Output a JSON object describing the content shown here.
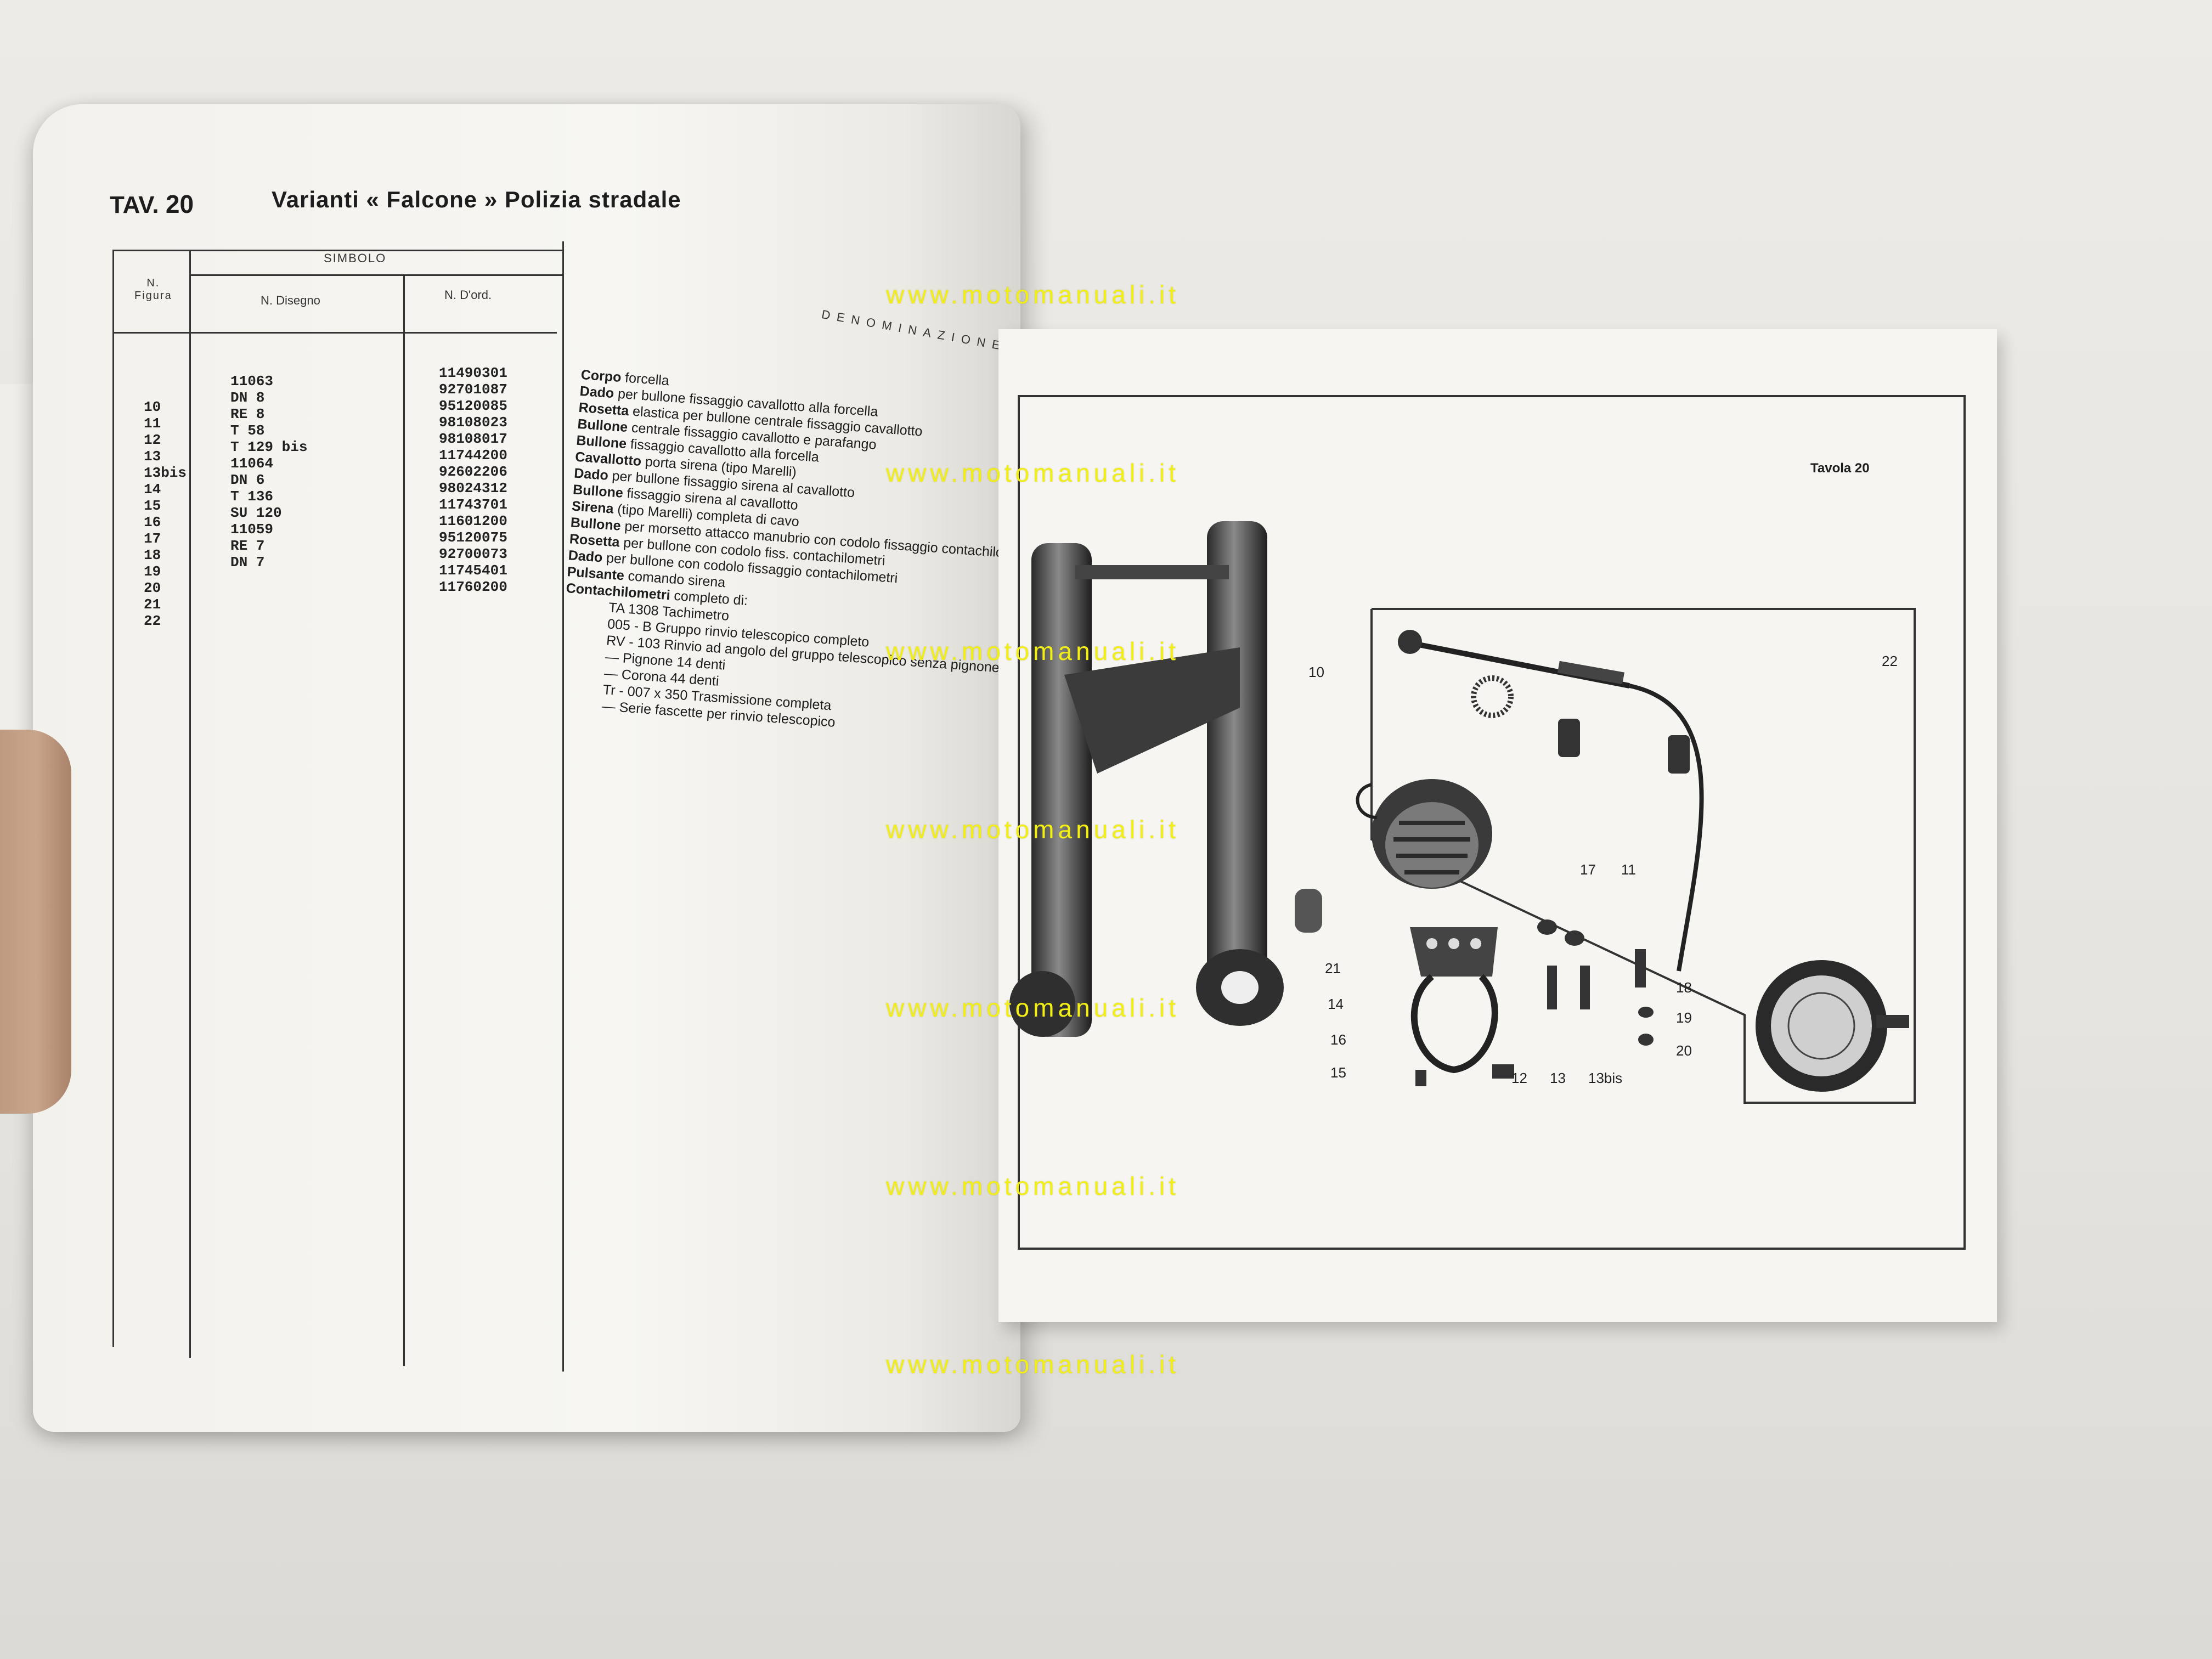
{
  "left_page": {
    "tav_label": "TAV.",
    "tav_number": "20",
    "title": "Varianti « Falcone » Polizia stradale",
    "headers": {
      "fig": "N.\nFigura",
      "simbolo": "SIMBOLO",
      "disegno": "N. Disegno",
      "ordine": "N. D'ord.",
      "denominazione": "DENOMINAZIONE"
    },
    "rows": [
      {
        "fig": "",
        "disegno": "11063",
        "ordine": "11490301",
        "name": "Corpo",
        "desc": "forcella"
      },
      {
        "fig": "10",
        "disegno": "DN 8",
        "ordine": "92701087",
        "name": "Dado",
        "desc": "per bullone fissaggio cavallotto alla forcella"
      },
      {
        "fig": "11",
        "disegno": "RE 8",
        "ordine": "95120085",
        "name": "Rosetta",
        "desc": "elastica per bullone centrale fissaggio cavallotto"
      },
      {
        "fig": "12",
        "disegno": "T 58",
        "ordine": "98108023",
        "name": "Bullone",
        "desc": "centrale fissaggio cavallotto e parafango"
      },
      {
        "fig": "13",
        "disegno": "T 129 bis",
        "ordine": "98108017",
        "name": "Bullone",
        "desc": "fissaggio cavallotto alla forcella"
      },
      {
        "fig": "13bis",
        "disegno": "11064",
        "ordine": "11744200",
        "name": "Cavallotto",
        "desc": "porta sirena (tipo Marelli)"
      },
      {
        "fig": "14",
        "disegno": "DN 6",
        "ordine": "92602206",
        "name": "Dado",
        "desc": "per bullone fissaggio sirena al cavallotto"
      },
      {
        "fig": "15",
        "disegno": "T 136",
        "ordine": "98024312",
        "name": "Bullone",
        "desc": "fissaggio sirena al cavallotto"
      },
      {
        "fig": "16",
        "disegno": "SU 120",
        "ordine": "11743701",
        "name": "Sirena",
        "desc": "(tipo Marelli) completa di cavo"
      },
      {
        "fig": "17",
        "disegno": "11059",
        "ordine": "11601200",
        "name": "Bullone",
        "desc": "per morsetto attacco manubrio con codolo fissaggio contachilometri"
      },
      {
        "fig": "18",
        "disegno": "RE 7",
        "ordine": "95120075",
        "name": "Rosetta",
        "desc": "per bullone con codolo fiss. contachilometri"
      },
      {
        "fig": "19",
        "disegno": "DN 7",
        "ordine": "92700073",
        "name": "Dado",
        "desc": "per bullone con codolo fissaggio contachilometri"
      },
      {
        "fig": "20",
        "disegno": "",
        "ordine": "11745401",
        "name": "Pulsante",
        "desc": "comando sirena"
      },
      {
        "fig": "21",
        "disegno": "",
        "ordine": "11760200",
        "name": "Contachilometri",
        "desc": "completo di:"
      },
      {
        "fig": "22",
        "disegno": "",
        "ordine": "",
        "name": "",
        "desc": ""
      }
    ],
    "sub_items": [
      "TA 1308 Tachimetro",
      "005 - B Gruppo rinvio telescopico completo",
      "RV - 103 Rinvio ad angolo del gruppo telescopico senza pignone",
      "— Pignone 14 denti",
      "— Corona 44 denti",
      "Tr - 007 x 350 Trasmissione completa",
      "— Serie fascette per rinvio telescopico"
    ]
  },
  "right_page": {
    "tavola_label": "Tavola 20",
    "callouts": [
      "10",
      "22",
      "17",
      "11",
      "21",
      "14",
      "16",
      "15",
      "12",
      "13",
      "13bis",
      "18",
      "19",
      "20"
    ]
  },
  "watermark": "www.motomanuali.it"
}
